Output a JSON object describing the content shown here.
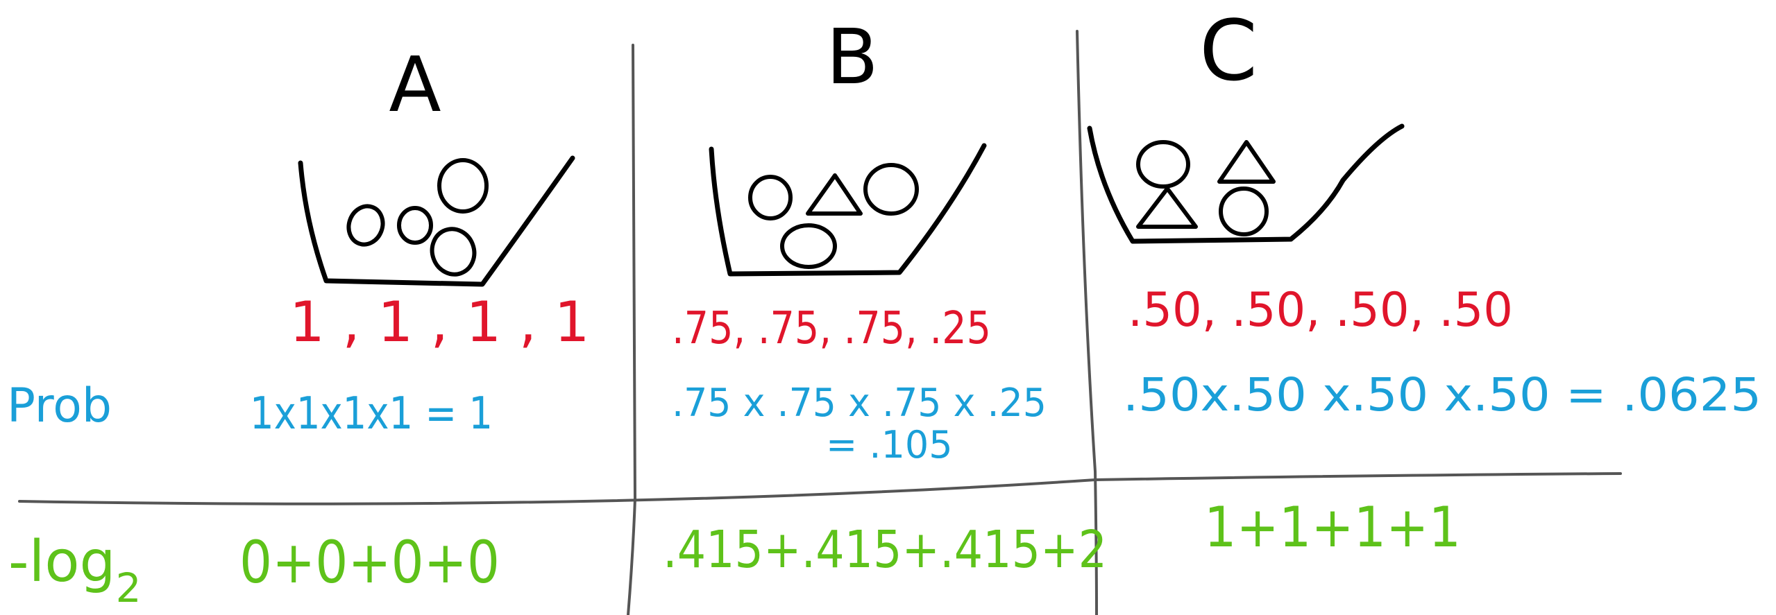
{
  "columns": [
    {
      "label": "A",
      "values": "1 , 1 , 1 , 1",
      "prob": "1x1x1x1 = 1",
      "prob_result": "",
      "neglog": "0+0+0+0"
    },
    {
      "label": "B",
      "values": ".75, .75, .75, .25",
      "prob": ".75 x .75 x .75 x .25",
      "prob_result": "= .105",
      "neglog": ".415+.415+.415+2"
    },
    {
      "label": "C",
      "values": ".50, .50, .50, .50",
      "prob": ".50x.50 x.50 x.50 = .0625",
      "prob_result": "",
      "neglog": "1+1+1+1"
    }
  ],
  "rows": {
    "prob_label": "Prob",
    "neglog_prefix": "-log",
    "neglog_subscript": "2"
  },
  "colors": {
    "ink": "#000000",
    "values": "#e0152b",
    "prob": "#1a9fd8",
    "neglog": "#5ec21a",
    "grid": "#555555"
  }
}
